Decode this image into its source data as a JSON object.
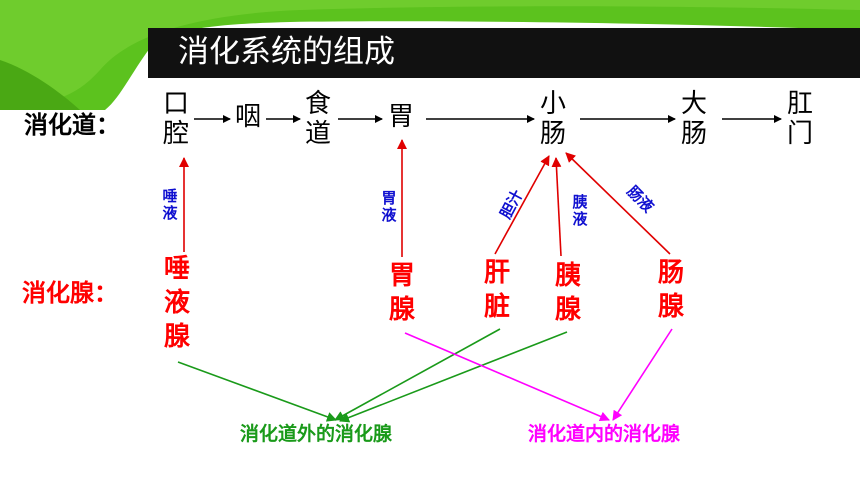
{
  "title": "消化系统的组成",
  "tract_label": "消化道：",
  "gland_label": "消化腺：",
  "tract": {
    "mouth": [
      "口",
      "腔"
    ],
    "pharynx": "咽",
    "esophagus": [
      "食",
      "道"
    ],
    "stomach": "胃",
    "small_intestine": [
      "小",
      "肠"
    ],
    "large_intestine": [
      "大",
      "肠"
    ],
    "anus": [
      "肛",
      "门"
    ]
  },
  "glands": {
    "salivary": [
      "唾",
      "液",
      "腺"
    ],
    "gastric": [
      "胃",
      "腺"
    ],
    "liver": [
      "肝",
      "脏"
    ],
    "pancreas": [
      "胰",
      "腺"
    ],
    "intestinal": [
      "肠",
      "腺"
    ]
  },
  "secretions": {
    "saliva": [
      "唾",
      "液"
    ],
    "gastric_juice": [
      "胃",
      "液"
    ],
    "bile": "胆汁",
    "pancreatic_juice": [
      "胰",
      "液"
    ],
    "intestinal_juice": "肠液"
  },
  "categories": {
    "outside": "消化道外的消化腺",
    "inside": "消化道内的消化腺"
  },
  "colors": {
    "gland_text": "#ff0000",
    "secretion_text": "#1010d0",
    "outside_line": "#1a9a1a",
    "inside_line": "#ff00ff",
    "green_deco": "#5cc21e"
  }
}
